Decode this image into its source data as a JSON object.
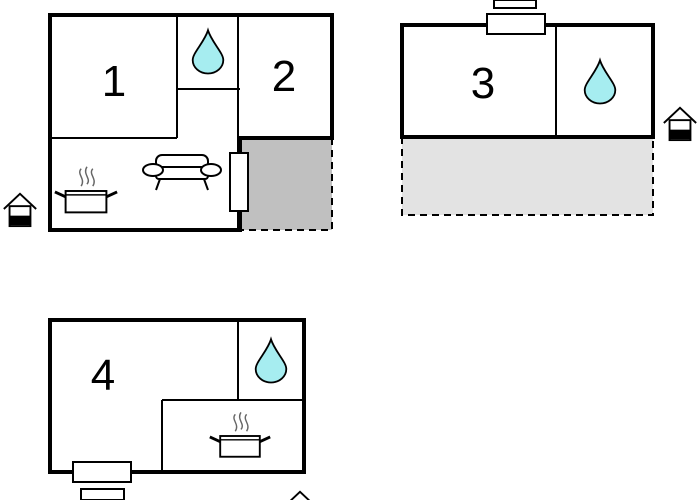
{
  "rooms": [
    {
      "label": "1"
    },
    {
      "label": "2"
    },
    {
      "label": "3"
    },
    {
      "label": "4"
    }
  ],
  "colors": {
    "water": "#a6edf0",
    "terrace_dark": "#c0c0c0",
    "terrace_light": "#e3e3e3",
    "wall": "#000000"
  },
  "icons": [
    "water-drop-icon",
    "sofa-icon",
    "cooking-pot-icon",
    "entrance-house-icon",
    "heater-icon"
  ]
}
